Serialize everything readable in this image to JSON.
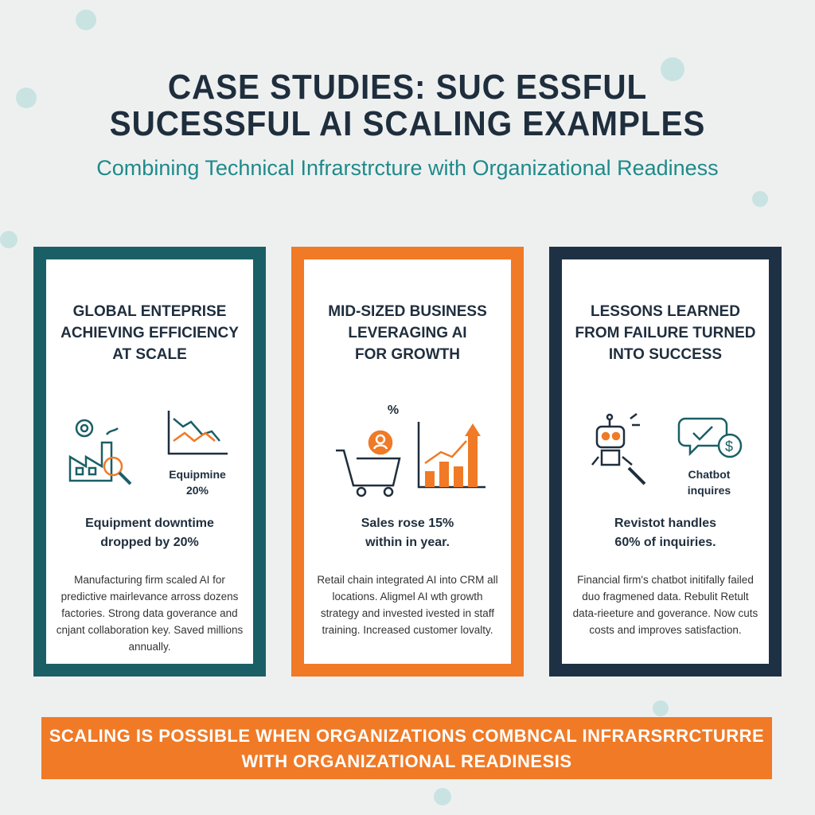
{
  "header": {
    "title_line1": "CASE STUDIES: SUC ESSFUL",
    "title_line2": "SUCESSFUL AI SCALING EXAMPLES",
    "subtitle": "Combining Technical Infrarstrcture with Organizational Readiness"
  },
  "cards": [
    {
      "heading": [
        "GLOBAL ENTEPRISE",
        "ACHIEVING EFFICIENCY",
        "AT SCALE"
      ],
      "icon_caption": [
        "Equipmine",
        "20%"
      ],
      "stat": [
        "Equipment downtime",
        "dropped by 20%"
      ],
      "body": "Manufacturing firm scaled AI for predictive mairlevance arross dozens factories. Strong data goverance and cnjant collaboration key. Saved millions annually.",
      "icons": [
        "factory-gear-magnifier-icon",
        "line-chart-icon"
      ]
    },
    {
      "heading": [
        "MID-SIZED BUSINESS",
        "LEVERAGING AI",
        "FOR GROWTH"
      ],
      "icon_caption": [
        "%"
      ],
      "stat": [
        "Sales rose 15%",
        "within in year."
      ],
      "body": "Retail chain integrated AI into CRM all locations. Aligmel AI wth growth strategy and invested ivested in staff training. Increased customer lovalty.",
      "icons": [
        "shopping-cart-customer-icon",
        "bar-chart-growth-icon"
      ]
    },
    {
      "heading": [
        "LESSONS LEARNED",
        "FROM FAILURE TURNED",
        "INTO SUCCESS"
      ],
      "icon_caption": [
        "Chatbot",
        "inquires"
      ],
      "stat": [
        "Revistot handles",
        "60% of inquiries."
      ],
      "body": "Financial firm's chatbot initifally failed duo fragmened data. Rebulit Retult data-rieeture and goverance. Now cuts costs and improves satisfaction.",
      "icons": [
        "robot-wrench-icon",
        "chat-check-dollar-icon"
      ]
    }
  ],
  "banner": {
    "line1": "SCALING IS POSSIBLE WHEN ORGANIZATIONS COMBNCAL INFRARSRRCTURRE",
    "line2": "WITH ORGANIZATIONAL READINESIS"
  },
  "colors": {
    "teal": "#1b5f66",
    "orange": "#f07a26",
    "navy": "#1e3144",
    "subtitle": "#1f8a8a"
  }
}
